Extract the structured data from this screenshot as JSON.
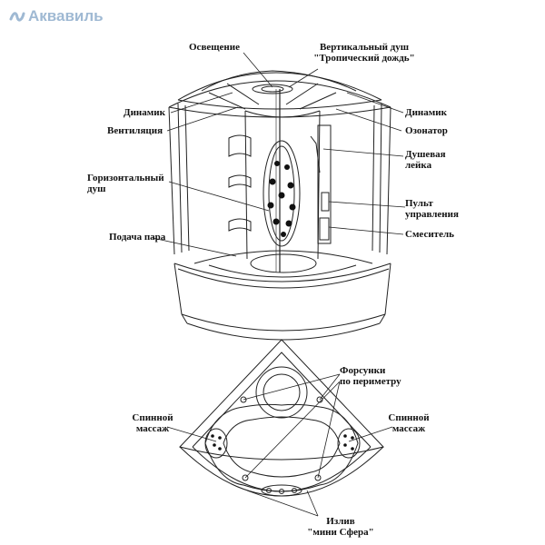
{
  "brand": {
    "name": "Аквавиль",
    "color": "#9fb9d3"
  },
  "labels": {
    "lighting": "Освещение",
    "vertical_shower_line1": "Вертикальный душ",
    "vertical_shower_line2": "\"Тропический дождь\"",
    "speaker_left": "Динамик",
    "speaker_right": "Динамик",
    "ventilation": "Вентиляция",
    "ozonator": "Озонатор",
    "hand_shower_line1": "Душевая",
    "hand_shower_line2": "лейка",
    "horizontal_shower_line1": "Горизонтальный",
    "horizontal_shower_line2": "душ",
    "control_panel_line1": "Пульт",
    "control_panel_line2": "управления",
    "steam_supply": "Подача пара",
    "mixer": "Смеситель",
    "perimeter_jets_line1": "Форсунки",
    "perimeter_jets_line2": "по периметру",
    "back_massage_left_line1": "Спинной",
    "back_massage_left_line2": "массаж",
    "back_massage_right_line1": "Спинной",
    "back_massage_right_line2": "массаж",
    "spout_line1": "Излив",
    "spout_line2": "\"мини Сфера\""
  }
}
